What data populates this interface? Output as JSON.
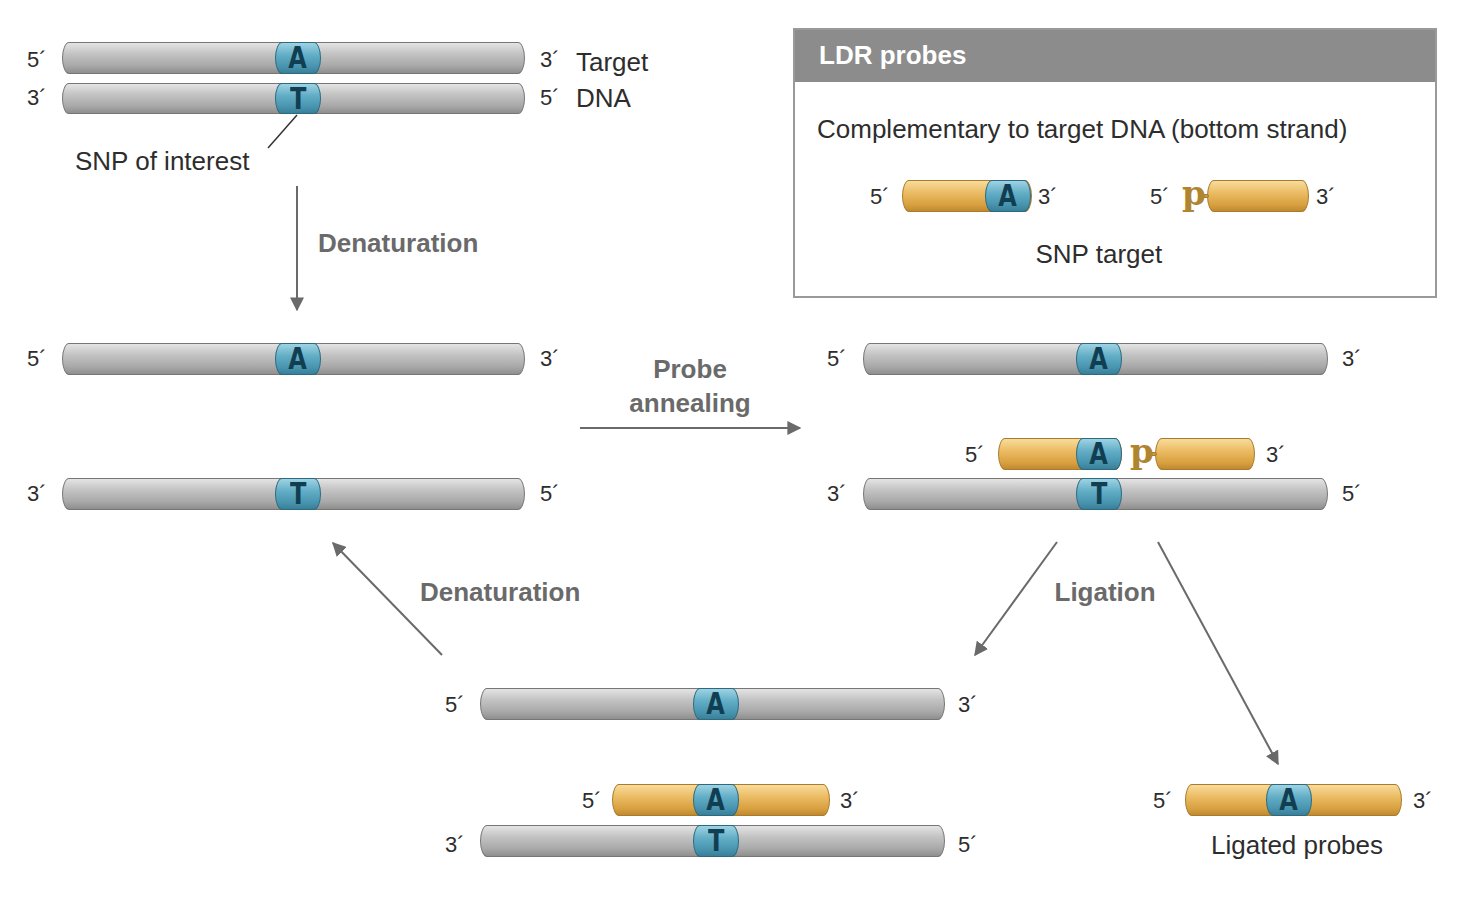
{
  "diagram": {
    "nodes": [
      {
        "text": [
          "A"
        ]
      },
      {
        "text": [
          "T"
        ]
      },
      {
        "text": [
          "LDR probes",
          "Complementary to target DNA (bottom strand)"
        ]
      },
      {
        "text": [
          "A"
        ],
        "in": 2
      },
      {
        "text": [
          "p"
        ],
        "in": 2
      },
      {
        "text": [
          "A"
        ]
      },
      {
        "text": [
          "T"
        ]
      },
      {
        "text": [
          "A"
        ]
      },
      {
        "text": [
          "A"
        ]
      },
      {
        "text": [
          "p"
        ]
      },
      {
        "text": [
          "T"
        ]
      },
      {
        "text": [
          "A"
        ]
      },
      {
        "text": [
          "A"
        ]
      },
      {
        "text": [
          "T"
        ]
      },
      {
        "text": [
          "A"
        ]
      }
    ],
    "edges": [
      {
        "from": 1,
        "to": 5,
        "arrow": "to",
        "label": "Denaturation"
      },
      {
        "from": 5,
        "to": 7,
        "arrow": "to",
        "label": "Probe annealing"
      },
      {
        "from": 10,
        "to": 11,
        "arrow": "to",
        "label": "Ligation"
      },
      {
        "from": 10,
        "to": 14,
        "arrow": "to"
      },
      {
        "from": 11,
        "to": 6,
        "arrow": "to",
        "label": "Denaturation"
      }
    ],
    "labels": [
      "5´",
      "3´",
      "Target DNA",
      "3´",
      "5´",
      "SNP of interest",
      "5´",
      "3´",
      "5´",
      "3´",
      "SNP target",
      "5´",
      "3´",
      "3´",
      "5´",
      "5´",
      "3´",
      "5´",
      "3´",
      "3´",
      "5´",
      "5´",
      "3´",
      "5´",
      "3´",
      "3´",
      "5´",
      "5´",
      "3´",
      "Ligated probes"
    ]
  }
}
